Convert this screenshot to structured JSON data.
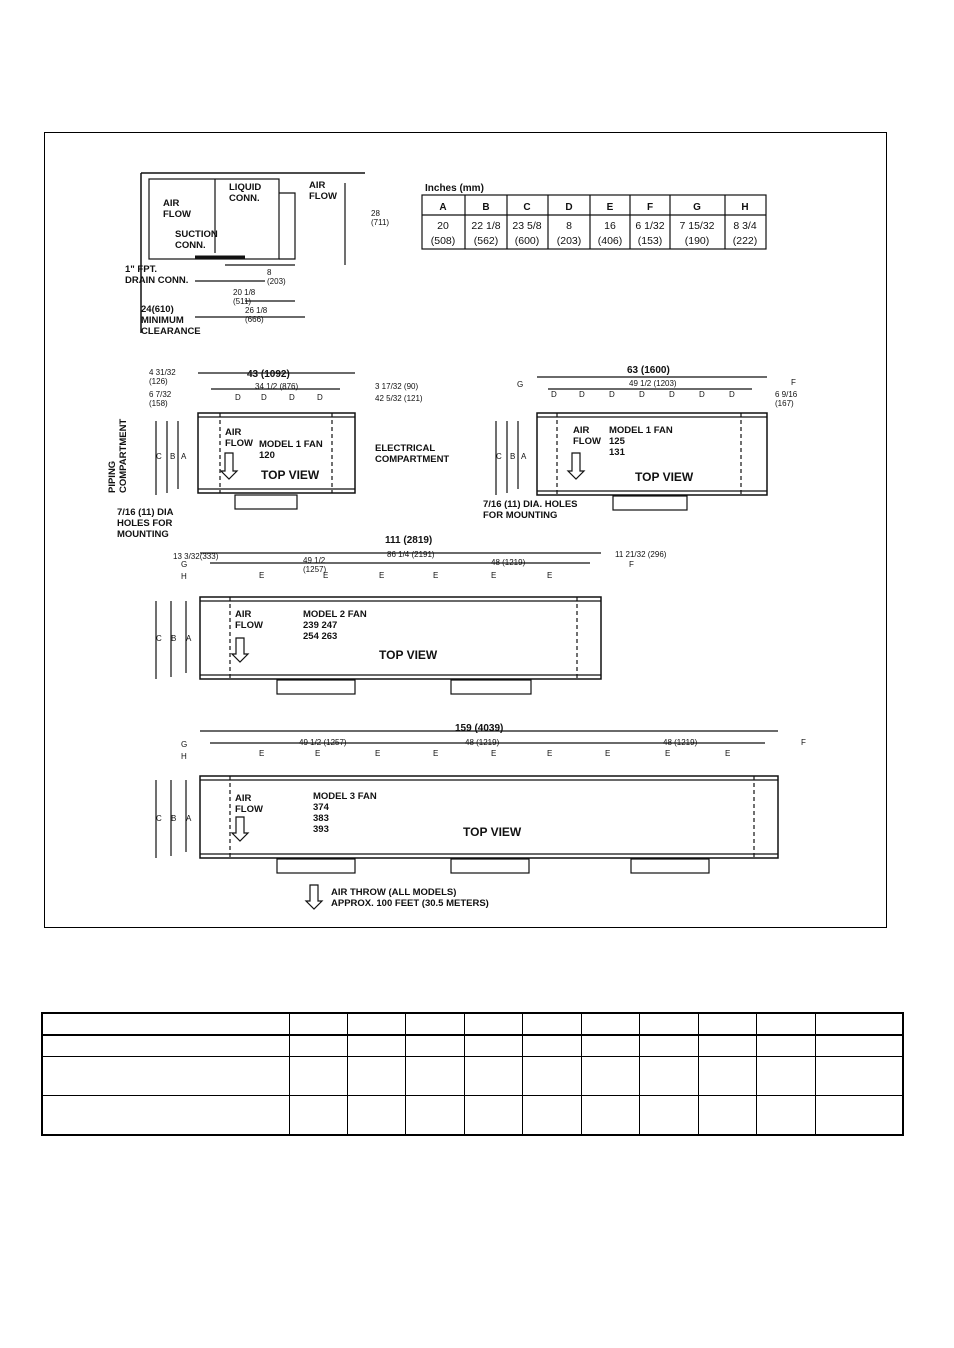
{
  "dim_table": {
    "title": "Inches (mm)",
    "headers": [
      "A",
      "B",
      "C",
      "D",
      "E",
      "F",
      "G",
      "H"
    ],
    "inches": [
      "20",
      "22 1/8",
      "23 5/8",
      "8",
      "16",
      "6 1/32",
      "7 15/32",
      "8 3/4"
    ],
    "mm": [
      "(508)",
      "(562)",
      "(600)",
      "(203)",
      "(406)",
      "(153)",
      "(190)",
      "(222)"
    ]
  },
  "side_view": {
    "air_flow_in": "AIR\nFLOW",
    "liquid_conn": "LIQUID\nCONN.",
    "air_flow_out": "AIR\nFLOW",
    "suction_conn": "SUCTION\nCONN.",
    "drain_conn": "1\" FPT.\nDRAIN CONN.",
    "height": "28\n(711)",
    "dim_8": "8\n(203)",
    "dim_20": "20 1/8\n(511)",
    "clearance": "24(610)\nMINIMUM\nCLEARANCE",
    "dim_26": "26 1/8\n(666)"
  },
  "view1": {
    "overall": "43 (1092)",
    "left_top": "4 31/32\n(126)",
    "left_bottom": "6 7/32\n(158)",
    "inner": "34 1/2 (876)",
    "right_top": "3 17/32 (90)",
    "right_bottom": "42 5/32 (121)",
    "air_flow": "AIR\nFLOW",
    "model": "MODEL  1 FAN\n120",
    "top_view": "TOP VIEW",
    "piping": "PIPING\nCOMPARTMENT",
    "electrical": "ELECTRICAL\nCOMPARTMENT",
    "holes": "7/16 (11) DIA\nHOLES FOR\nMOUNTING"
  },
  "view2": {
    "overall": "63 (1600)",
    "inner": "49 1/2 (1203)",
    "right": "6 9/16\n(167)",
    "air_flow": "AIR\nFLOW",
    "model": "MODEL  1 FAN\n125\n131",
    "top_view": "TOP VIEW",
    "holes": "7/16 (11) DIA. HOLES\nFOR MOUNTING"
  },
  "view3": {
    "overall": "111 (2819)",
    "left": "13 3/32(333)",
    "inner1": "49 1/2\n(1257)",
    "inner2": "86 1/4 (2191)",
    "inner3": "48 (1219)",
    "right": "11 21/32 (296)",
    "air_flow": "AIR\nFLOW",
    "model": "MODEL  2 FAN\n239    247\n254    263",
    "top_view": "TOP VIEW"
  },
  "view4": {
    "overall": "159 (4039)",
    "inner1": "49 1/2 (1257)",
    "inner2": "48 (1219)",
    "inner3": "48 (1219)",
    "air_flow": "AIR\nFLOW",
    "model": "MODEL  3 FAN\n374\n383\n393",
    "top_view": "TOP VIEW"
  },
  "air_throw": "AIR THROW (ALL MODELS)\nAPPROX. 100 FEET (30.5 METERS)"
}
